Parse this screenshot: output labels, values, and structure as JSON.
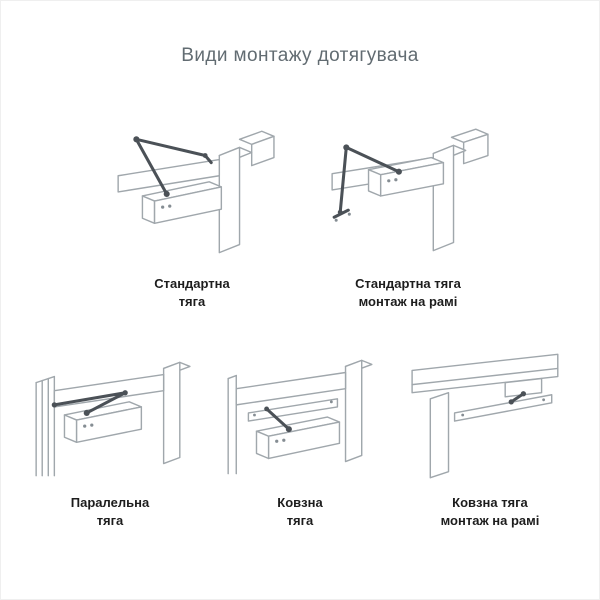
{
  "page": {
    "title": "Види монтажу дотягувача"
  },
  "colors": {
    "background": "#ffffff",
    "title_text": "#626c72",
    "caption_text": "#1d1d1d",
    "drawing_line": "#a0a7ac",
    "arm_line": "#4b5157"
  },
  "diagrams": [
    {
      "id": "standard-arm",
      "illustration": "door-closer-standard-arm-icon",
      "caption": [
        "Стандартна",
        "тяга"
      ]
    },
    {
      "id": "standard-arm-frame-mount",
      "illustration": "door-closer-standard-arm-frame-mount-icon",
      "caption": [
        "Стандартна тяга",
        "монтаж на рамі"
      ]
    },
    {
      "id": "parallel-arm",
      "illustration": "door-closer-parallel-arm-icon",
      "caption": [
        "Паралельна",
        "тяга"
      ]
    },
    {
      "id": "slide-arm",
      "illustration": "door-closer-slide-arm-icon",
      "caption": [
        "Ковзна",
        "тяга"
      ]
    },
    {
      "id": "slide-arm-frame-mount",
      "illustration": "door-closer-slide-arm-frame-mount-icon",
      "caption": [
        "Ковзна тяга",
        "монтаж на рамі"
      ]
    }
  ]
}
